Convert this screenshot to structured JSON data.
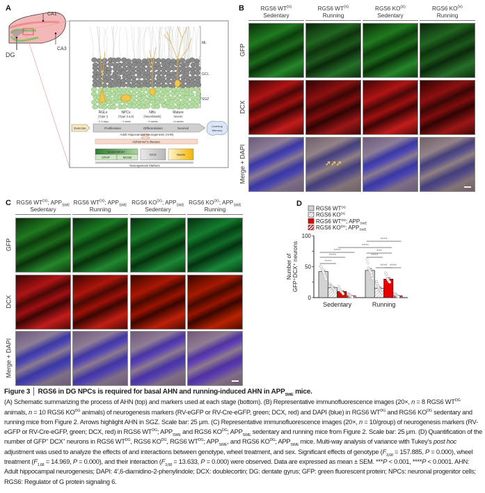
{
  "panel_labels": {
    "a": "A",
    "b": "B",
    "c": "C",
    "d": "D"
  },
  "panel_a": {
    "hippocampus": {
      "ca1": "CA1",
      "ca3": "CA3",
      "dg": "DG"
    },
    "layers": {
      "ml": "ML",
      "gcl": "GCL",
      "sgz": "SGZ"
    },
    "stages": [
      {
        "name": "RGLs",
        "type": "(Type I)",
        "time": "~2-3 days"
      },
      {
        "name": "NPCs",
        "type": "(Type II a,b)",
        "time": "~1 week"
      },
      {
        "name": "NBs",
        "type": "(Neuroblasts)",
        "time": "~2 weeks"
      },
      {
        "name": "Mature",
        "type": "neuron",
        "time": ">4 weeks"
      }
    ],
    "exercise": "Exercise",
    "process": [
      "Proliferation",
      "Differentiation",
      "Survival"
    ],
    "ahn": "Adult Hippocampal Neurogenesis (AHN)",
    "outcome": [
      "Learning",
      "Memory"
    ],
    "disease": "Alzheimer's disease",
    "markers": {
      "nestin": "Nestin/MKI67",
      "gfap": "GFAP",
      "mcm2": "MCM2",
      "dcx": "DCX",
      "neun": "NeuN",
      "title": "Neurogenesis Markers"
    },
    "colors": {
      "sgz_green": "#b5dca0",
      "gcl_gray": "#8a8a8a",
      "neuron_yellow": "#f3c746",
      "disease_pink": "#f7d9cc"
    }
  },
  "panel_b": {
    "columns": [
      {
        "l1": "RGS6 WT",
        "sup": "DG",
        "l2": "Sedentary"
      },
      {
        "l1": "RGS6 WT",
        "sup": "DG",
        "l2": "Running"
      },
      {
        "l1": "RGS6 KO",
        "sup": "DG",
        "l2": "Sedentary"
      },
      {
        "l1": "RGS6 KO",
        "sup": "DG",
        "l2": "Running"
      }
    ],
    "rows": [
      "GFP",
      "DCX",
      "Merge + DAPI"
    ]
  },
  "panel_c": {
    "columns": [
      {
        "l1": "RGS6 WT",
        "sup": "DG",
        "mid": "; APP",
        "sub": "SWE",
        "l2": "Sedentary"
      },
      {
        "l1": "RGS6 WT",
        "sup": "DG",
        "mid": "; APP",
        "sub": "SWE",
        "l2": "Running"
      },
      {
        "l1": "RGS6 KO",
        "sup": "DG",
        "mid": "; APP",
        "sub": "SWE",
        "l2": "Sedentary"
      },
      {
        "l1": "RGS6 KO",
        "sup": "DG",
        "mid": "; APP",
        "sub": "SWE",
        "l2": "Running"
      }
    ],
    "rows": [
      "GFP",
      "DCX",
      "Merge + DAPI"
    ]
  },
  "chart_data": {
    "type": "bar",
    "categories": [
      "Sedentary",
      "Running"
    ],
    "ylabel_lines": [
      "Number of",
      "GFP⁺DCX⁺ neurons"
    ],
    "ylim": [
      0,
      100
    ],
    "yticks": [
      "0",
      "50",
      "100"
    ],
    "legend_position": "top-left",
    "series": [
      {
        "name": "RGS6 WT",
        "sup": "DG",
        "sub": "",
        "color": "#d3d3d3",
        "hatch": false,
        "values": [
          42,
          44
        ],
        "sem": [
          2,
          3
        ],
        "points": [
          [
            51,
            50,
            47,
            45,
            43,
            40,
            36,
            33,
            30
          ],
          [
            62,
            56,
            48,
            46,
            44,
            42,
            40,
            36,
            31
          ]
        ]
      },
      {
        "name": "RGS6 KO",
        "sup": "DG",
        "sub": "",
        "color": "#d3d3d3",
        "hatch": true,
        "values": [
          16,
          15
        ],
        "sem": [
          1.5,
          2
        ],
        "points": [
          [
            22,
            20,
            19,
            18,
            16,
            14,
            12,
            10
          ],
          [
            26,
            22,
            19,
            17,
            14,
            12,
            10,
            8
          ]
        ]
      },
      {
        "name": "RGS6 WT",
        "sup": "DG",
        "mid": "; APP",
        "sub": "SWE",
        "color": "#e60000",
        "hatch": false,
        "values": [
          10,
          30
        ],
        "sem": [
          1,
          2
        ],
        "points": [
          [
            18,
            14,
            12,
            10,
            9,
            8,
            6
          ],
          [
            40,
            38,
            34,
            30,
            28,
            26,
            25
          ]
        ]
      },
      {
        "name": "RGS6 KO",
        "sup": "DG",
        "mid": "; APP",
        "sub": "SWE",
        "color": "#e60000",
        "hatch": true,
        "values": [
          3,
          3
        ],
        "sem": [
          0.5,
          0.5
        ],
        "points": [
          [
            6,
            5,
            4,
            3,
            2,
            1,
            1
          ],
          [
            7,
            5,
            4,
            3,
            2,
            1
          ]
        ]
      }
    ],
    "comparisons": [
      {
        "from": [
          0,
          0
        ],
        "to": [
          0,
          1
        ],
        "label": "****"
      },
      {
        "from": [
          0,
          0
        ],
        "to": [
          0,
          2
        ],
        "label": "****"
      },
      {
        "from": [
          0,
          0
        ],
        "to": [
          0,
          3
        ],
        "label": "****"
      },
      {
        "from": [
          0,
          2
        ],
        "to": [
          1,
          2
        ],
        "label": "****"
      },
      {
        "from": [
          1,
          0
        ],
        "to": [
          1,
          1
        ],
        "label": "****"
      },
      {
        "from": [
          1,
          0
        ],
        "to": [
          1,
          2
        ],
        "label": "***"
      },
      {
        "from": [
          1,
          0
        ],
        "to": [
          1,
          3
        ],
        "label": "****"
      },
      {
        "from": [
          1,
          1
        ],
        "to": [
          1,
          2
        ],
        "label": "****"
      },
      {
        "from": [
          1,
          2
        ],
        "to": [
          1,
          3
        ],
        "label": "****"
      }
    ]
  },
  "caption": {
    "title": [
      {
        "t": "Figure 3 │ RGS6 in DG NPCs is required for basal AHN and running-induced AHN in APP"
      },
      {
        "t": "SWE",
        "s": "sub"
      },
      {
        "t": " mice."
      }
    ],
    "body": [
      {
        "t": "(A) Schematic summarizing the process of AHN (top) and markers used at each stage (bottom). (B) Representative immunofluorescence images (20×, "
      },
      {
        "t": "n",
        "s": "i"
      },
      {
        "t": " = 8 RGS6 WT"
      },
      {
        "t": "DG",
        "s": "sup"
      },
      {
        "t": " animals, "
      },
      {
        "t": "n",
        "s": "i"
      },
      {
        "t": " = 10 RGS6 KO"
      },
      {
        "t": "DG",
        "s": "sup"
      },
      {
        "t": " animals) of neurogenesis markers (RV-eGFP or RV-Cre-eGFP, green; DCX, red) and DAPI (blue) in RGS6 WT"
      },
      {
        "t": "DG",
        "s": "sup"
      },
      {
        "t": " and RGS6 KO"
      },
      {
        "t": "DG",
        "s": "sup"
      },
      {
        "t": " sedentary and running mice from Figure 2. Arrows highlight AHN in SGZ. Scale bar: 25 μm. (C) Representative immunofluorescence images (20×, "
      },
      {
        "t": "n",
        "s": "i"
      },
      {
        "t": " = 10/group) of neurogenesis markers (RV-eGFP or RV-Cre-eGFP, green; DCX, red) in RGS6 WT"
      },
      {
        "t": "DG",
        "s": "sup"
      },
      {
        "t": "; APP"
      },
      {
        "t": "SWE",
        "s": "sub"
      },
      {
        "t": " and RGS6 KO"
      },
      {
        "t": "DG",
        "s": "sup"
      },
      {
        "t": "; APP"
      },
      {
        "t": "SWE",
        "s": "sub"
      },
      {
        "t": " sedentary and running mice from Figure 2. Scale bar: 25 μm. (D) Quantification of the number of GFP"
      },
      {
        "t": "+",
        "s": "sup"
      },
      {
        "t": " DCX"
      },
      {
        "t": "+",
        "s": "sup"
      },
      {
        "t": " neurons in RGS6 WT"
      },
      {
        "t": "DG",
        "s": "sup"
      },
      {
        "t": ", RGS6 KO"
      },
      {
        "t": "DG",
        "s": "sup"
      },
      {
        "t": ", RGS6 WT"
      },
      {
        "t": "DG",
        "s": "sup"
      },
      {
        "t": "; APP"
      },
      {
        "t": "SWE",
        "s": "sub"
      },
      {
        "t": ", and RGS6 KO"
      },
      {
        "t": "DG",
        "s": "sup"
      },
      {
        "t": "; APP"
      },
      {
        "t": "SWE",
        "s": "sub"
      },
      {
        "t": " mice. Multi-way analysis of variance with Tukey’s "
      },
      {
        "t": "post hoc",
        "s": "i"
      },
      {
        "t": " adjustment was used to analyze the effects of and interactions between genotype, wheel treatment, and sex. Significant effects of genotype ("
      },
      {
        "t": "F",
        "s": "i"
      },
      {
        "t": "3,68",
        "s": "sub"
      },
      {
        "t": " = 157.885, "
      },
      {
        "t": "P",
        "s": "i"
      },
      {
        "t": " = 0.000), wheel treatment ("
      },
      {
        "t": "F",
        "s": "i"
      },
      {
        "t": "1,68",
        "s": "sub"
      },
      {
        "t": " = 14.969, "
      },
      {
        "t": "P",
        "s": "i"
      },
      {
        "t": " = 0.000), and their interaction ("
      },
      {
        "t": "F",
        "s": "i"
      },
      {
        "t": "3,68",
        "s": "sub"
      },
      {
        "t": " = 13.633, "
      },
      {
        "t": "P",
        "s": "i"
      },
      {
        "t": " = 0.000) were observed. Data are expressed as mean ± SEM. ***"
      },
      {
        "t": "P",
        "s": "i"
      },
      {
        "t": " < 0.001, ****"
      },
      {
        "t": "P",
        "s": "i"
      },
      {
        "t": " < 0.0001. AHN: Adult hippocampal neurogenesis; DAPI: 4′,6-diamidino-2-phenylindole; DCX: doublecortin; DG: dentate gyrus; GFP: green fluorescent protein; NPCs: neuronal progenitor cells; RGS6: Regulator of G protein signaling 6."
      }
    ]
  }
}
